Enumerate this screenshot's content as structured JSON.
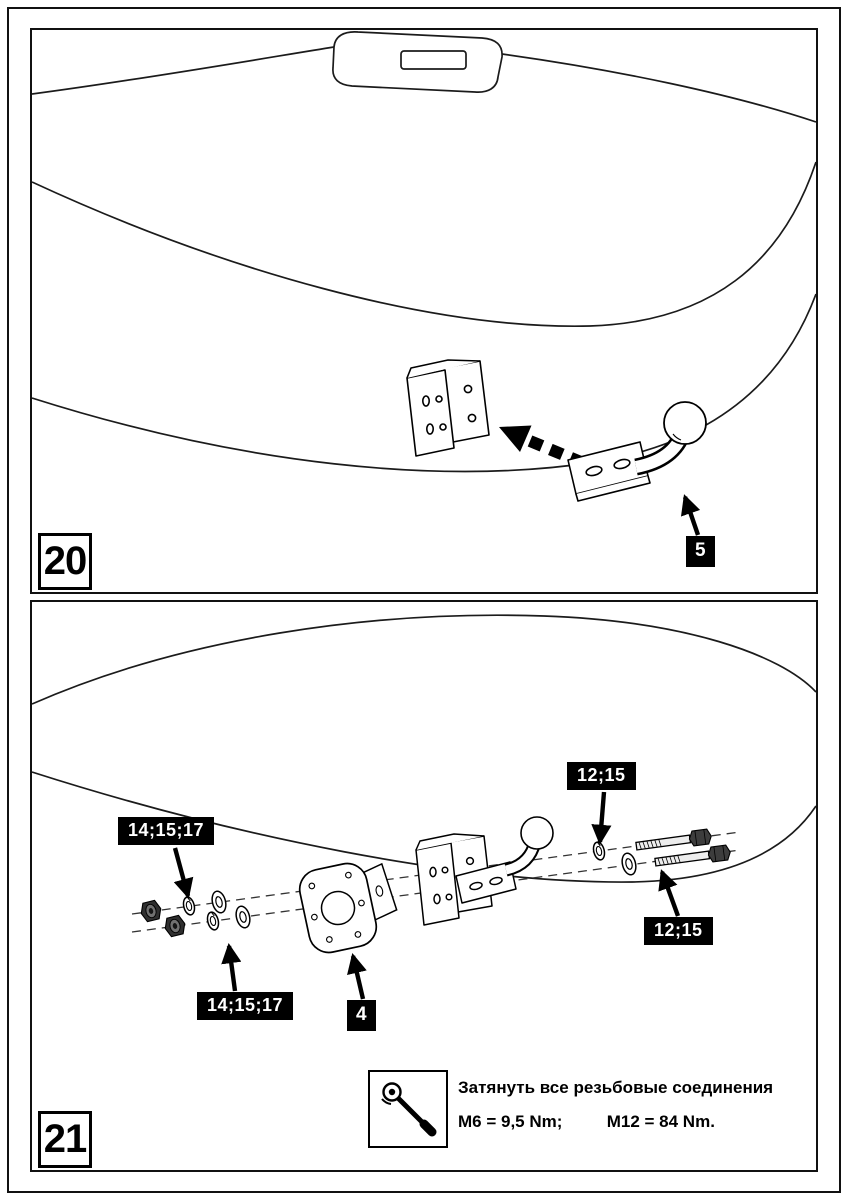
{
  "doc": {
    "panel20": {
      "step": "20",
      "label_ball": "5"
    },
    "panel21": {
      "step": "21",
      "label_hw_top": "14;15;17",
      "label_hw_bottom": "14;15;17",
      "label_plate": "4",
      "label_fasteners_top": "12;15",
      "label_fasteners_right": "12;15",
      "note": {
        "icon": "torque-wrench-icon",
        "line1": "Затянуть все резьбовые соединения",
        "m6": "M6 = 9,5 Nm;",
        "m12": "M12 = 84 Nm."
      }
    }
  }
}
